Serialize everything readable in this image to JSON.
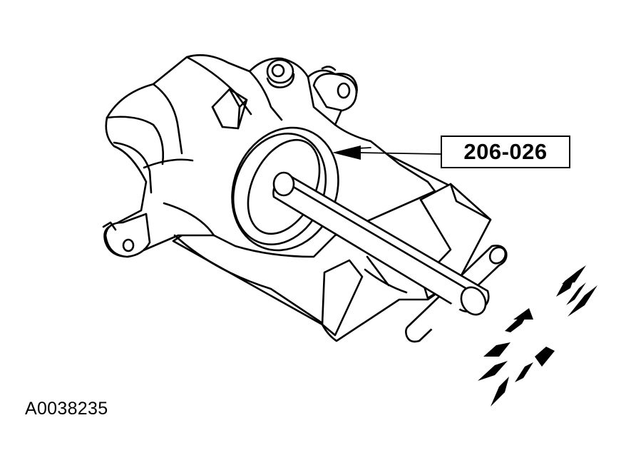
{
  "callout": {
    "label": "206-026"
  },
  "figure": {
    "id": "A0038235"
  },
  "icons": {
    "caliper": "brake-caliper-illustration",
    "tool": "piston-tool-illustration",
    "pressure": "air-pressure-arrows-icon"
  },
  "colors": {
    "ink": "#000000",
    "paper": "#ffffff"
  }
}
